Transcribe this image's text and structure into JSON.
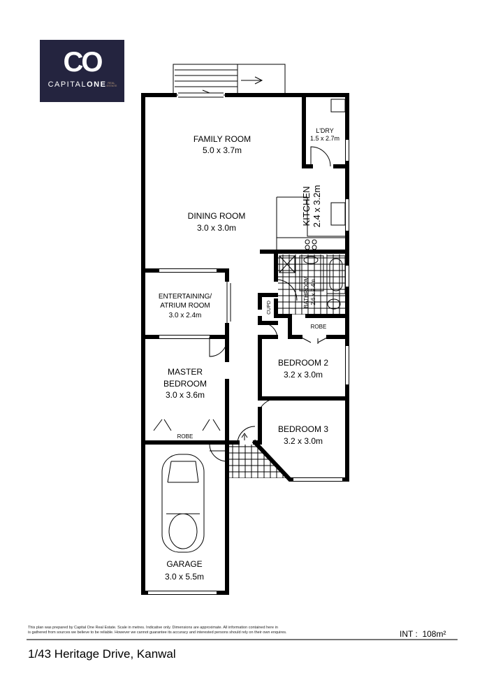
{
  "logo": {
    "monogram": "CO",
    "name_light": "CAPITAL",
    "name_bold": "ONE",
    "sub": "REAL ESTATE"
  },
  "rooms": {
    "family": {
      "name": "FAMILY ROOM",
      "dims": "5.0 x 3.7m"
    },
    "dining": {
      "name": "DINING ROOM",
      "dims": "3.0 x 3.0m"
    },
    "kitchen": {
      "name": "KITCHEN",
      "dims": "2.4 x 3.2m"
    },
    "laundry": {
      "name": "L'DRY",
      "dims": "1.5 x 2.7m"
    },
    "entertaining": {
      "name1": "ENTERTAINING/",
      "name2": "ATRIUM ROOM",
      "dims": "3.0 x 2.4m"
    },
    "master": {
      "name1": "MASTER",
      "name2": "BEDROOM",
      "dims": "3.0 x 3.6m"
    },
    "master_robe": {
      "name": "ROBE"
    },
    "bathroom": {
      "name": "BATHROOM",
      "dims": "2.6 x 2.4m"
    },
    "cupd": {
      "name": "CUPD"
    },
    "robe": {
      "name": "ROBE"
    },
    "bed2": {
      "name": "BEDROOM 2",
      "dims": "3.2 x 3.0m"
    },
    "bed3": {
      "name": "BEDROOM 3",
      "dims": "3.2 x 3.0m"
    },
    "garage": {
      "name": "GARAGE",
      "dims": "3.0 x 5.5m"
    }
  },
  "footer": {
    "disclaimer1": "This plan was prepared by Capital One Real Estate. Scale in metres. Indicative only. Dimensions are approximate. All information contained here in",
    "disclaimer2": "is gathered from sources we believe to be reliable. However we cannot guarantee its accuracy and interested persons should rely on their own enquires.",
    "area_label": "INT :",
    "area_value": "108m²",
    "address": "1/43 Heritage Drive, Kanwal"
  }
}
